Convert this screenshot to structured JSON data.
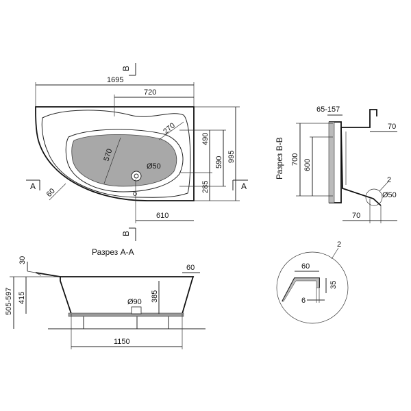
{
  "top_view": {
    "section_mark": "B",
    "section_side": "A",
    "dims": {
      "overall_length": "1695",
      "top_width": "720",
      "radius_corner": "270",
      "depth_490": "490",
      "depth_590": "590",
      "depth_995": "995",
      "depth_285": "285",
      "inner_610": "610",
      "seat_570": "570",
      "drain": "Ø50",
      "angle_60": "60"
    }
  },
  "section_bb": {
    "title": "Разрез B-B",
    "dims": {
      "span": "65-157",
      "right_70_top": "70",
      "height_700": "700",
      "height_600": "600",
      "bottom_70": "70",
      "drain": "Ø50",
      "callout": "2"
    }
  },
  "section_aa": {
    "title": "Разрез А-А",
    "dims": {
      "rim_30": "30",
      "rim_60": "60",
      "height_range": "505-597",
      "depth_415": "415",
      "depth_385": "385",
      "drain": "Ø90",
      "length_1150": "1150"
    }
  },
  "detail_2": {
    "callout": "2",
    "dims": {
      "width_60": "60",
      "height_35": "35",
      "gap_6": "6"
    }
  }
}
